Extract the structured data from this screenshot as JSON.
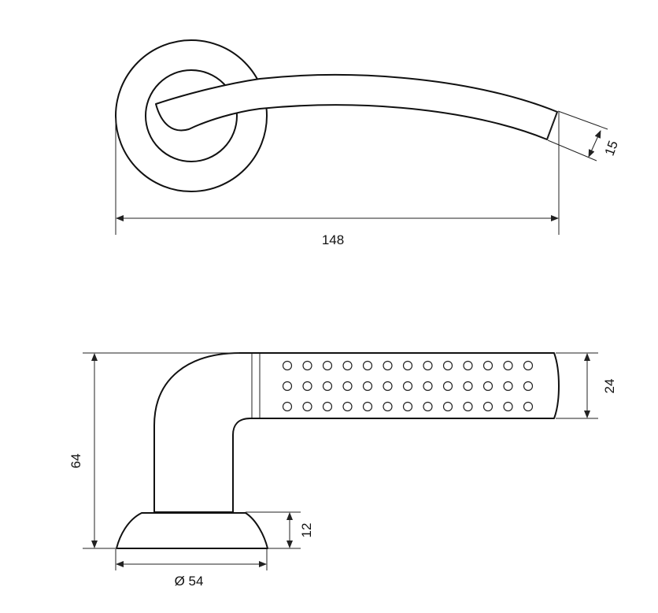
{
  "dimensions": {
    "top_length": "148",
    "top_thickness": "15",
    "side_height": "64",
    "side_grip": "24",
    "rose_height": "12",
    "rose_diameter": "Ø 54"
  },
  "colors": {
    "line": "#111111",
    "background": "#ffffff"
  },
  "grip_dots": {
    "rows": 3,
    "columns": 13
  }
}
